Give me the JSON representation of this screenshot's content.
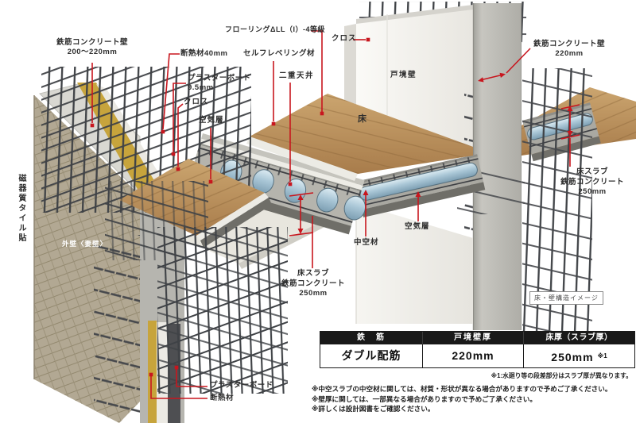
{
  "diagram": {
    "caption": "床・壁構造イメージ",
    "labels": {
      "rc_wall_left_1": "鉄筋コンクリート壁",
      "rc_wall_left_2": "200〜220mm",
      "insulation_40": "断熱材40mm",
      "plasterboard_1": "プラスターボード",
      "plasterboard_2": "9.5mm",
      "cross_left": "クロス",
      "air_layer_left": "空気層",
      "flooring": "フローリングΔLL（I）-4等級",
      "self_leveling": "セルフレベリング材",
      "double_ceiling": "二重天井",
      "cross_right": "クロス",
      "partition_wall": "戸境壁",
      "floor": "床",
      "rc_wall_right_1": "鉄筋コンクリート壁",
      "rc_wall_right_2": "220mm",
      "slab_right_1": "床スラブ",
      "slab_right_2": "鉄筋コンクリート",
      "slab_right_3": "250mm",
      "air_layer_right": "空気層",
      "hollow_material": "中空材",
      "slab_center_1": "床スラブ",
      "slab_center_2": "鉄筋コンクリート",
      "slab_center_3": "250mm",
      "tile_wall": "磁器質タイル貼",
      "outer_wall": "外壁〈妻壁〉",
      "plasterboard_bottom": "プラスターボード",
      "insulation_bottom": "断熱材"
    }
  },
  "spec_table": {
    "headers": [
      "鉄　筋",
      "戸境壁厚",
      "床厚（スラブ厚）"
    ],
    "row": [
      "ダブル配筋",
      "220mm",
      "250mm"
    ],
    "row_note_mark": "※1"
  },
  "notes": {
    "table_note": "※1:水廻り等の段差部分はスラブ厚が異なります。",
    "items": [
      "※中空スラブの中空材に関しては、材質・形状が異なる場合がありますので予めご了承ください。",
      "※壁厚に関しては、一部異なる場合がありますので予めご了承ください。",
      "※詳しくは設計図書をご確認ください。"
    ]
  },
  "colors": {
    "leader_red": "#c8161e",
    "wood": "#c09568",
    "concrete": "#b5b4ad",
    "insulation_yellow": "#c7a43c",
    "tube_blue": "#a9c6d6",
    "table_header_bg": "#191919"
  }
}
